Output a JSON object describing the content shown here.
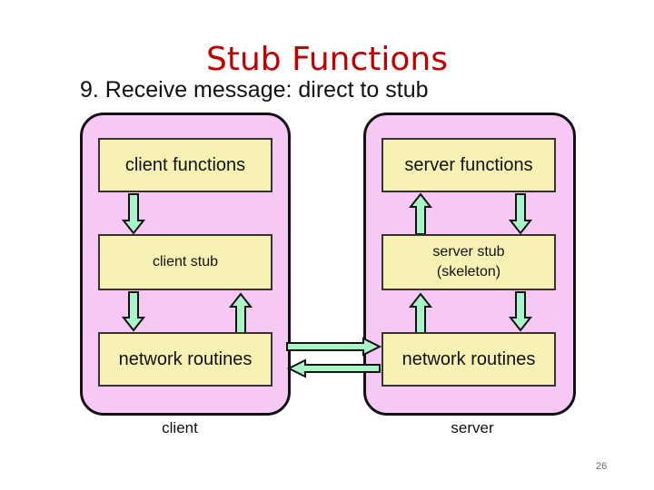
{
  "slide": {
    "title": "Stub Functions",
    "subtitle": "9. Receive message: direct to stub",
    "page_number": "26"
  },
  "client": {
    "label": "client",
    "functions": "client functions",
    "stub": "client stub",
    "network": "network routines"
  },
  "server": {
    "label": "server",
    "functions": "server functions",
    "stub_line1": "server stub",
    "stub_line2": "(skeleton)",
    "network": "network routines"
  },
  "colors": {
    "panel_fill": "#f7c8f3",
    "box_fill": "#f7f2b4",
    "arrow_fill": "#a8f5c8",
    "title": "#c00000"
  }
}
